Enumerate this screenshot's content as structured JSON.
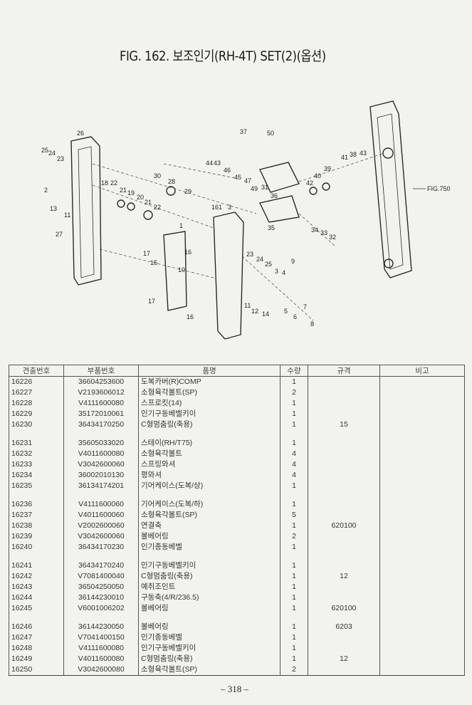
{
  "title": "FIG. 162. 보조인기(RH-4T) SET(2)(옵션)",
  "diagram": {
    "callouts": [
      "26",
      "25",
      "24",
      "23",
      "2",
      "13",
      "11",
      "27",
      "30",
      "28",
      "29",
      "18",
      "22",
      "21",
      "19",
      "20",
      "21",
      "22",
      "1",
      "17",
      "16",
      "15",
      "10",
      "17",
      "16",
      "37",
      "50",
      "44",
      "43",
      "46",
      "45",
      "47",
      "49",
      "31",
      "36",
      "161",
      "3",
      "35",
      "42",
      "40",
      "39",
      "41",
      "38",
      "43",
      "FIG.750",
      "34",
      "33",
      "32",
      "23",
      "24",
      "25",
      "3",
      "4",
      "9",
      "5",
      "6",
      "7",
      "8",
      "11",
      "12",
      "14"
    ]
  },
  "table": {
    "headers": [
      "견출번호",
      "부품번호",
      "품명",
      "수량",
      "규격",
      "비고"
    ],
    "groups": [
      [
        {
          "no": "16226",
          "part": "36604253600",
          "name": "도복카버(R)COMP",
          "qty": "1",
          "spec": ""
        },
        {
          "no": "16227",
          "part": "V2193606012",
          "name": "소형육각볼트(SP)",
          "qty": "2",
          "spec": ""
        },
        {
          "no": "16228",
          "part": "V4111600080",
          "name": "스프로킷(14)",
          "qty": "1",
          "spec": ""
        },
        {
          "no": "16229",
          "part": "35172010061",
          "name": "인기구동베벨키이",
          "qty": "1",
          "spec": ""
        },
        {
          "no": "16230",
          "part": "36434170250",
          "name": "C형멈춤링(축용)",
          "qty": "1",
          "spec": "15"
        }
      ],
      [
        {
          "no": "16231",
          "part": "35605033020",
          "name": "스테이(RH/T75)",
          "qty": "1",
          "spec": ""
        },
        {
          "no": "16232",
          "part": "V4011600080",
          "name": "소형육각볼트",
          "qty": "4",
          "spec": ""
        },
        {
          "no": "16233",
          "part": "V3042600060",
          "name": "스프링와셔",
          "qty": "4",
          "spec": ""
        },
        {
          "no": "16234",
          "part": "36002010130",
          "name": "평와셔",
          "qty": "4",
          "spec": ""
        },
        {
          "no": "16235",
          "part": "36134174201",
          "name": "기어케이스(도복/상)",
          "qty": "1",
          "spec": ""
        }
      ],
      [
        {
          "no": "16236",
          "part": "V4111600060",
          "name": "기어케이스(도복/하)",
          "qty": "1",
          "spec": ""
        },
        {
          "no": "16237",
          "part": "V4011600060",
          "name": "소형육각볼트(SP)",
          "qty": "5",
          "spec": ""
        },
        {
          "no": "16238",
          "part": "V2002600060",
          "name": "연결축",
          "qty": "1",
          "spec": "620100"
        },
        {
          "no": "16239",
          "part": "V3042600060",
          "name": "볼베어링",
          "qty": "2",
          "spec": ""
        },
        {
          "no": "16240",
          "part": "36434170230",
          "name": "인기종동베벨",
          "qty": "1",
          "spec": ""
        }
      ],
      [
        {
          "no": "16241",
          "part": "36434170240",
          "name": "인기구동베벨키이",
          "qty": "1",
          "spec": ""
        },
        {
          "no": "16242",
          "part": "V7081400040",
          "name": "C형멈춤링(축용)",
          "qty": "1",
          "spec": "12"
        },
        {
          "no": "16243",
          "part": "36504250050",
          "name": "예취조인트",
          "qty": "1",
          "spec": ""
        },
        {
          "no": "16244",
          "part": "36144230010",
          "name": "구동축(4/R/236.5)",
          "qty": "1",
          "spec": ""
        },
        {
          "no": "16245",
          "part": "V6001006202",
          "name": "볼베어링",
          "qty": "1",
          "spec": "620100"
        }
      ],
      [
        {
          "no": "16246",
          "part": "36144230050",
          "name": "볼베어링",
          "qty": "1",
          "spec": "6203"
        },
        {
          "no": "16247",
          "part": "V7041400150",
          "name": "인기종동베벨",
          "qty": "1",
          "spec": ""
        },
        {
          "no": "16248",
          "part": "V4111600080",
          "name": "인기구동베벨키이",
          "qty": "1",
          "spec": ""
        },
        {
          "no": "16249",
          "part": "V4011600080",
          "name": "C형멈춤링(축용)",
          "qty": "1",
          "spec": "12"
        },
        {
          "no": "16250",
          "part": "V3042600080",
          "name": "소형육각볼트(SP)",
          "qty": "2",
          "spec": ""
        }
      ]
    ]
  },
  "page_number": "– 318 –"
}
